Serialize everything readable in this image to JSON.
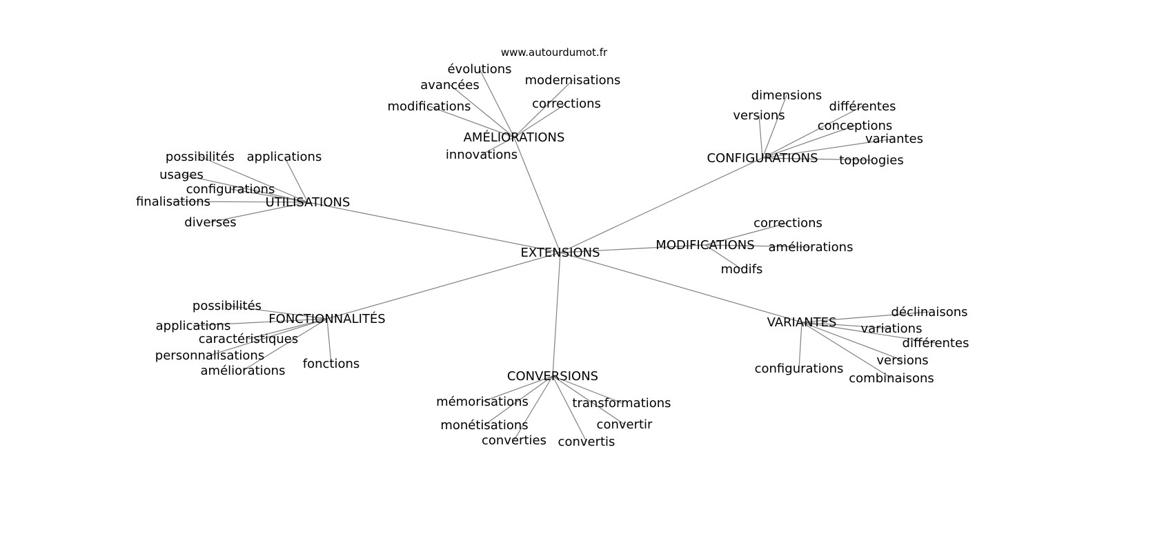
{
  "watermark": "www.autourdumot.fr",
  "colors": {
    "edge": "#808080",
    "text": "#000000",
    "background": "#ffffff"
  },
  "hub": "EXTENSIONS",
  "clusters": [
    {
      "label": "AMÉLIORATIONS",
      "words": [
        "avancées",
        "évolutions",
        "modernisations",
        "modifications",
        "corrections",
        "innovations"
      ]
    },
    {
      "label": "CONFIGURATIONS",
      "words": [
        "dimensions",
        "différentes",
        "versions",
        "conceptions",
        "variantes",
        "topologies"
      ]
    },
    {
      "label": "UTILISATIONS",
      "words": [
        "possibilités",
        "applications",
        "usages",
        "configurations",
        "finalisations",
        "diverses"
      ]
    },
    {
      "label": "MODIFICATIONS",
      "words": [
        "corrections",
        "améliorations",
        "modifs"
      ]
    },
    {
      "label": "FONCTIONNALITÉS",
      "words": [
        "possibilités",
        "applications",
        "caractéristiques",
        "personnalisations",
        "améliorations",
        "fonctions"
      ]
    },
    {
      "label": "VARIANTES",
      "words": [
        "déclinaisons",
        "variations",
        "différentes",
        "versions",
        "configurations",
        "combinaisons"
      ]
    },
    {
      "label": "CONVERSIONS",
      "words": [
        "mémorisations",
        "transformations",
        "monétisations",
        "convertir",
        "converties",
        "convertis"
      ]
    }
  ]
}
